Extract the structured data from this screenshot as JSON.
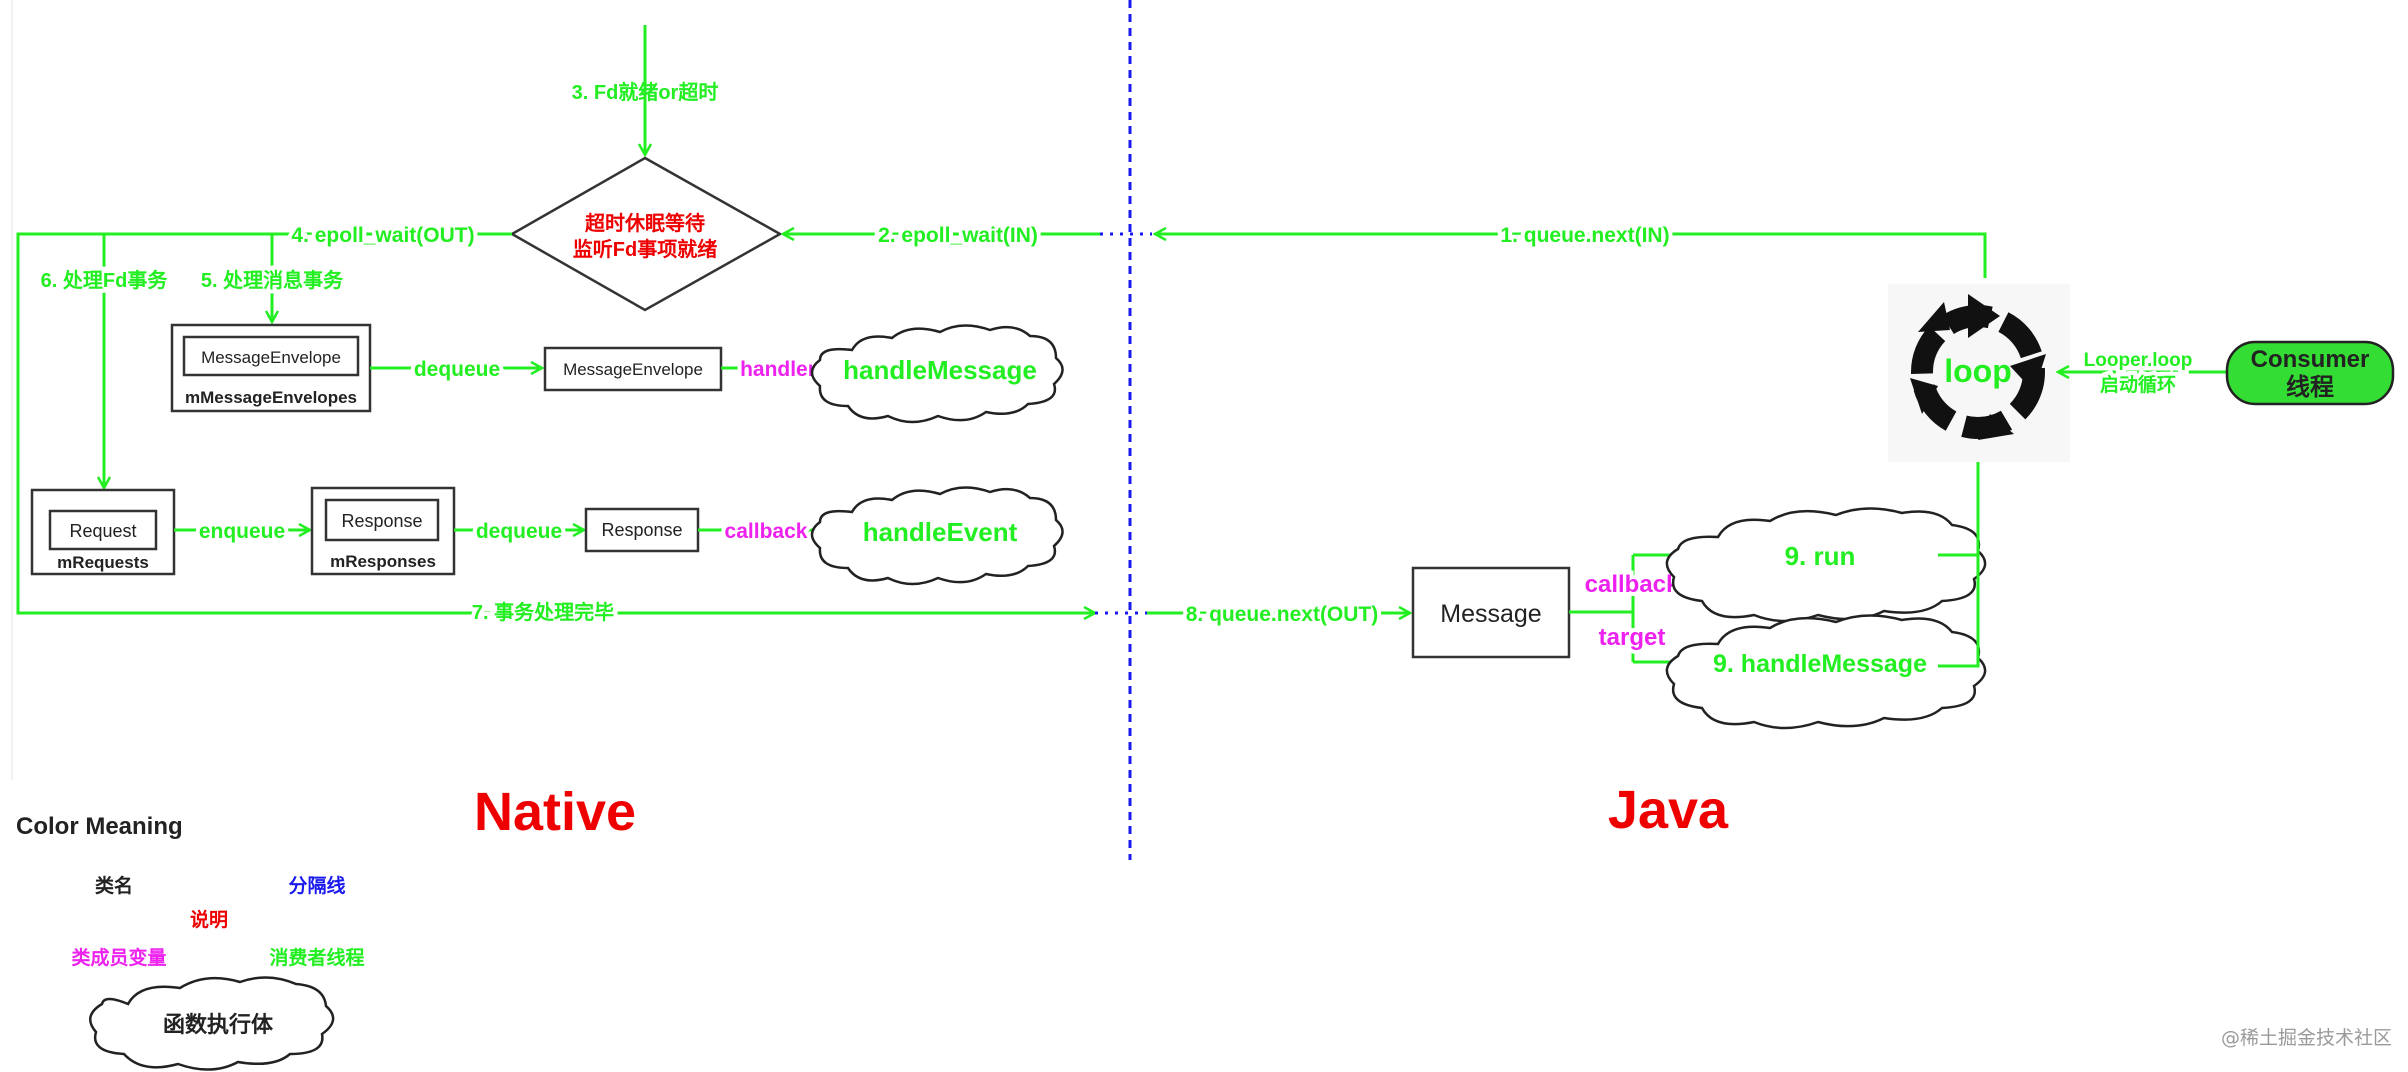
{
  "colors": {
    "flow_green": "#22ee22",
    "member_magenta": "#ee22ee",
    "note_red": "#ee0000",
    "divider_blue": "#1a1aee",
    "class_black": "#222222",
    "consumer_fill": "#33dd33"
  },
  "sections": {
    "native": "Native",
    "java": "Java"
  },
  "steps": {
    "s1": "1. queue.next(IN)",
    "s2": "2. epoll_wait(IN)",
    "s3": "3. Fd就绪or超时",
    "s4": "4. epoll_wait(OUT)",
    "s5": "5. 处理消息事务",
    "s6": "6. 处理Fd事务",
    "s7": "7. 事务处理完毕",
    "s8": "8. queue.next(OUT)"
  },
  "epoll": {
    "line1": "超时休眠等待",
    "line2": "监听Fd事项就绪"
  },
  "native_boxes": {
    "message_envelope_inner": "MessageEnvelope",
    "message_envelopes_member": "mMessageEnvelopes",
    "message_envelope_single": "MessageEnvelope",
    "request_inner": "Request",
    "requests_member": "mRequests",
    "response_inner": "Response",
    "responses_member": "mResponses",
    "response_single": "Response"
  },
  "edge_labels": {
    "dequeue_1": "dequeue",
    "handler": "handler",
    "enqueue": "enqueue",
    "dequeue_2": "dequeue",
    "callback_native": "callback",
    "callback_java": "callback",
    "target": "target",
    "looper_loop": "Looper.loop",
    "start_loop": "启动循环"
  },
  "functions": {
    "handle_message_native": "handleMessage",
    "handle_event": "handleEvent",
    "run": "9. run",
    "handle_message_java": "9. handleMessage"
  },
  "java": {
    "message": "Message",
    "loop": "loop",
    "consumer_line1": "Consumer",
    "consumer_line2": "线程"
  },
  "legend": {
    "title": "Color Meaning",
    "class_name": "类名",
    "divider": "分隔线",
    "note": "说明",
    "member_var": "类成员变量",
    "consumer_thread": "消费者线程",
    "function_body": "函数执行体"
  },
  "watermark": "@稀土掘金技术社区"
}
